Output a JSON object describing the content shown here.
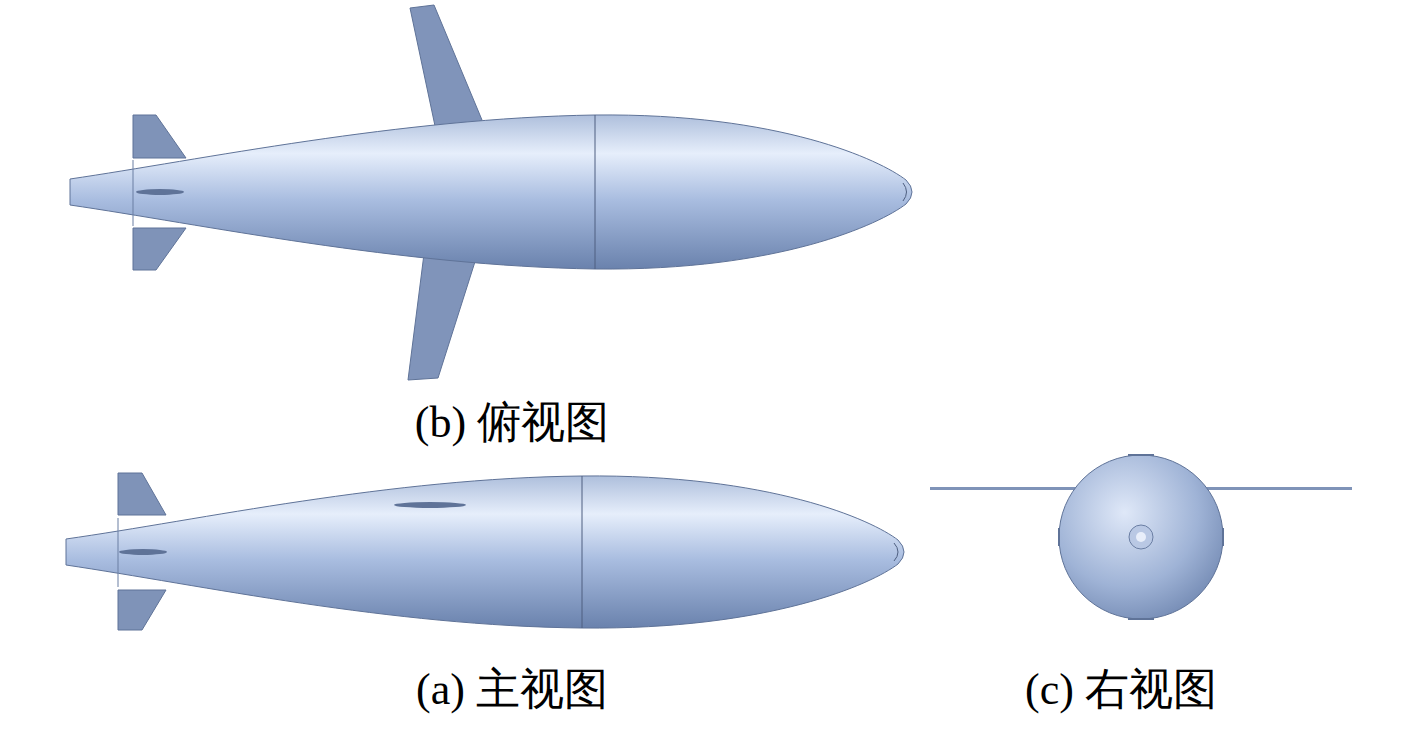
{
  "diagram": {
    "labels": [
      "(b) 俯视图",
      "(a) 主视图",
      "(c) 右视图"
    ]
  }
}
